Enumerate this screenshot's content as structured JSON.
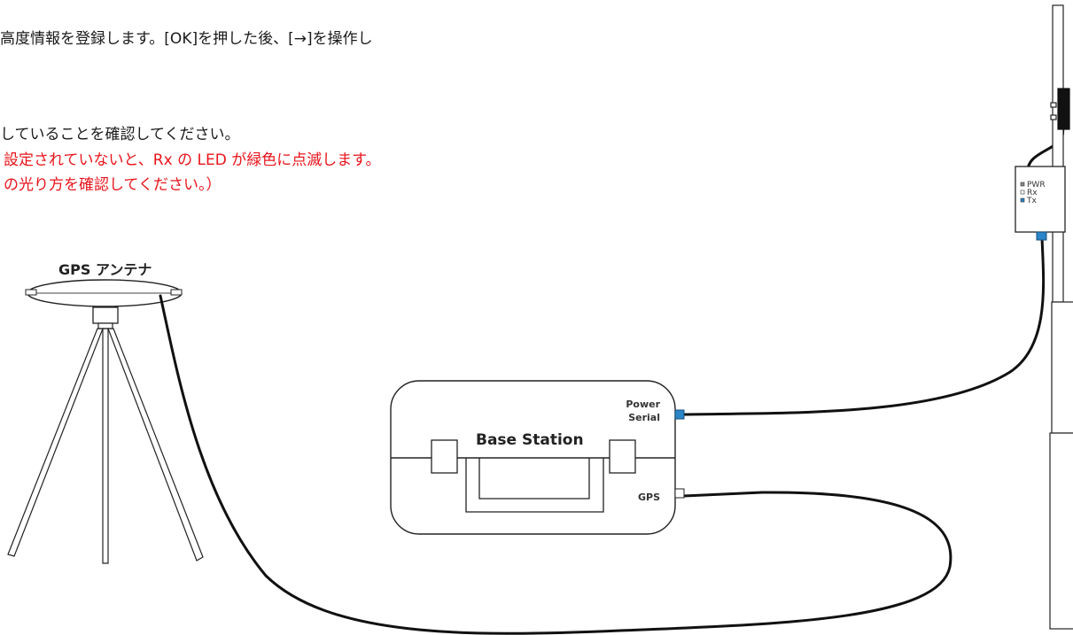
{
  "instructions": {
    "line1": "高度情報を登録します。[OK]を押した後、[→]を操作し",
    "line2": "していることを確認してください。",
    "note1": "設定されていないと、Rx の LED が緑色に点滅します。",
    "note2": "の光り方を確認してください。）"
  },
  "diagram": {
    "antenna_label": "GPS アンテナ",
    "base_station_label": "Base Station",
    "port_power_label": "Power",
    "port_serial_label": "Serial",
    "port_gps_label": "GPS",
    "led_pwr": "PWR",
    "led_rx": "Rx",
    "led_tx": "Tx"
  },
  "colors": {
    "instruction_text": "#1a1a1a",
    "note_text": "#e8141b",
    "port_serial": "#2a86c8",
    "cable": "#111111"
  }
}
